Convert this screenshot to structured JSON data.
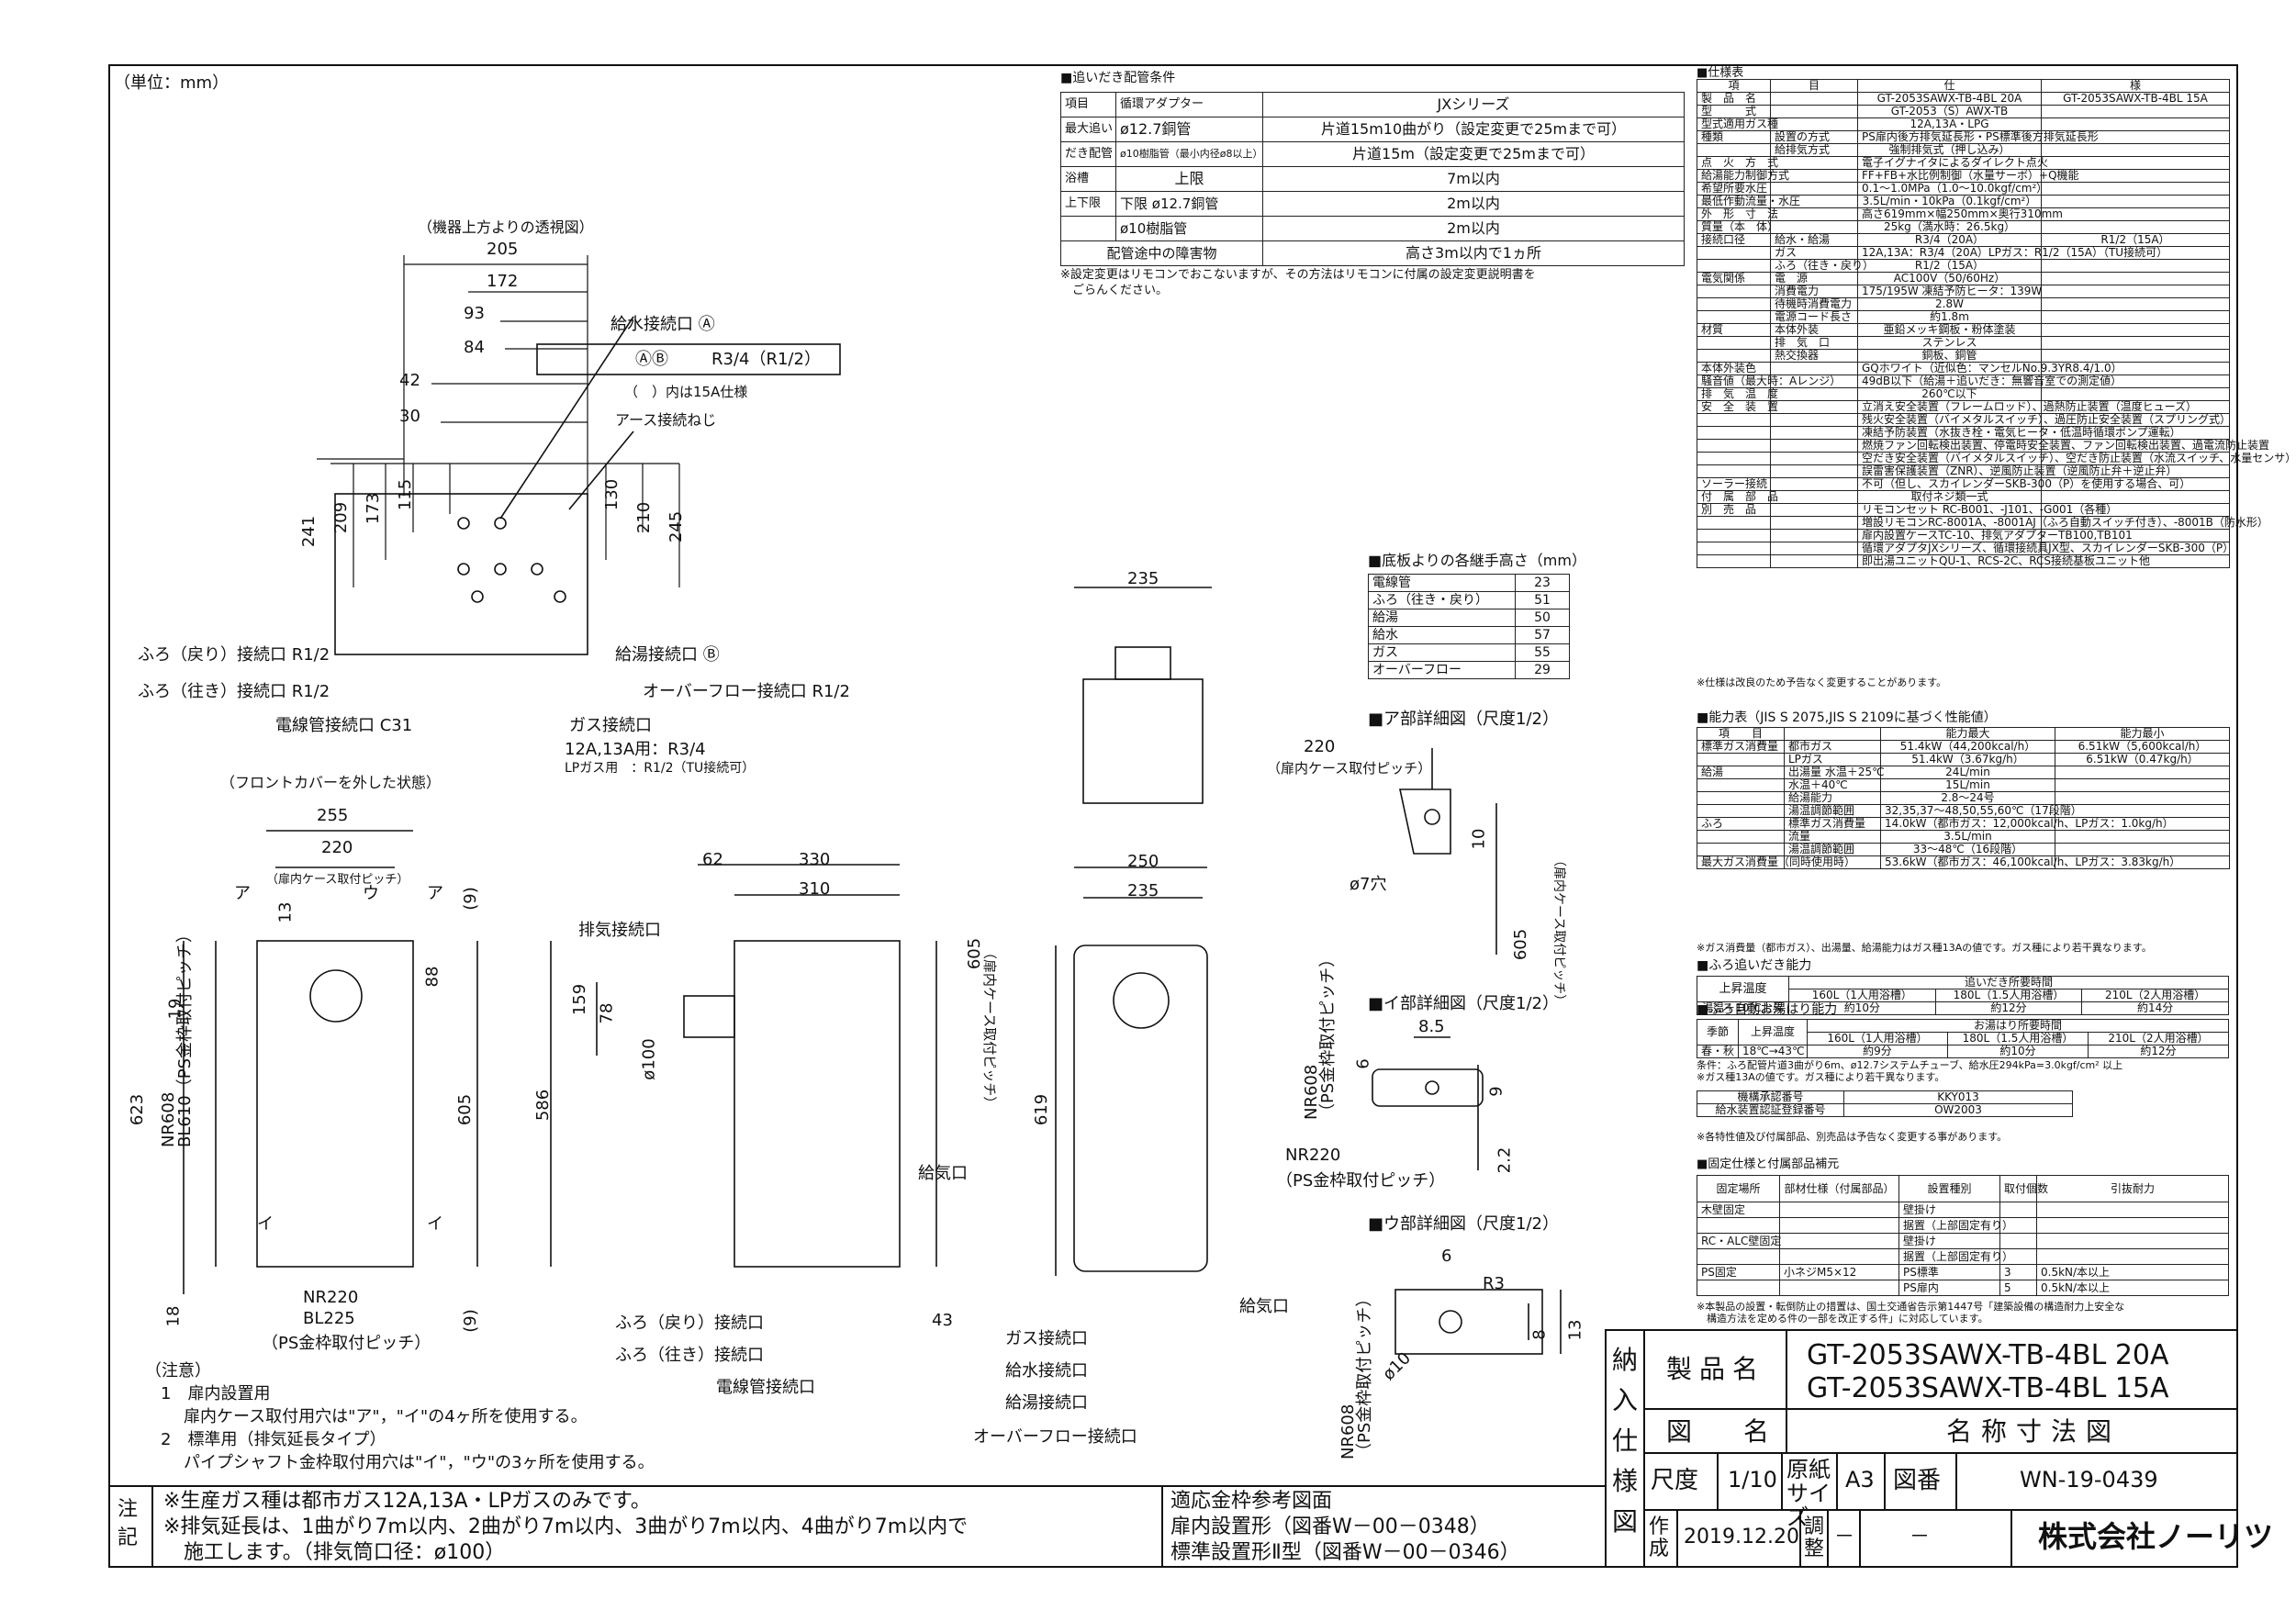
{
  "unit_label": "（単位：mm）",
  "top_view": {
    "caption": "（機器上方よりの透視図）",
    "dims": [
      "205",
      "172",
      "93",
      "84",
      "42",
      "30",
      "241",
      "209",
      "173",
      "115",
      "130",
      "210",
      "245"
    ],
    "labels": {
      "water_supply": "給水接続口 Ⓐ",
      "ab_box_key": "ⒶⒷ",
      "ab_box_val": "R3/4（R1/2）",
      "paren_note": "（　）内は15A仕様",
      "earth": "アース接続ねじ",
      "bath_return": "ふろ（戻り）接続口 R1/2",
      "bath_go": "ふろ（往き）接続口 R1/2",
      "hot_water": "給湯接続口 Ⓑ",
      "overflow": "オーバーフロー接続口 R1/2",
      "cable": "電線管接続口 C31",
      "gas": "ガス接続口",
      "gas_spec1": "12A,13A用：R3/4",
      "gas_spec2": "LPガス用　：R1/2（TU接続可）"
    }
  },
  "front_view": {
    "caption": "（フロントカバーを外した状態）",
    "dims": [
      "255",
      "220",
      "13",
      "19",
      "88",
      "623",
      "605",
      "18",
      "(9)",
      "(9)"
    ],
    "pitch_label": "（扉内ケース取付ピッチ）",
    "side_pitch": "NR608\nBL610（PS金枠取付ピッチ）",
    "nr220": "NR220",
    "bl225": "BL225",
    "ps_pitch": "（PS金枠取付ピッチ）",
    "a_marks": [
      "ア",
      "ア",
      "イ",
      "イ",
      "ウ"
    ]
  },
  "side_view": {
    "dims": [
      "62",
      "330",
      "310",
      "159",
      "78",
      "586",
      "43",
      "605"
    ],
    "exhaust": "排気接続口",
    "d100": "ø100",
    "intake": "給気口",
    "bath_return": "ふろ（戻り）接続口",
    "bath_go": "ふろ（往き）接続口",
    "cable": "電線管接続口",
    "case_pitch": "（扉内ケース取付ピッチ）"
  },
  "back_view": {
    "dims": [
      "250",
      "235",
      "619"
    ],
    "intake": "給気口",
    "gas": "ガス接続口",
    "water": "給水接続口",
    "hot": "給湯接続口",
    "overflow": "オーバーフロー接続口"
  },
  "top_small": {
    "dim": "235"
  },
  "notes": {
    "title": "（注意）",
    "lines": [
      "1　扉内設置用",
      "扉内ケース取付用穴は\"ア\"，\"イ\"の4ヶ所を使用する。",
      "2　標準用（排気延長タイプ）",
      "パイプシャフト金枠取付用穴は\"イ\"，\"ウ\"の3ヶ所を使用する。"
    ]
  },
  "bottom_notes": {
    "label": "注記",
    "lines": [
      "※生産ガス種は都市ガス12A,13A・LPガスのみです。",
      "※排気延長は、1曲がり7m以内、2曲がり7m以内、3曲がり7m以内、4曲がり7m以内で",
      "施工します。（排気筒口径：ø100）"
    ],
    "ref_title": "適応金枠参考図面",
    "ref1": "扉内設置形（図番W－00－0348）",
    "ref2": "標準設置形Ⅱ型（図番W－00－0346）"
  },
  "pipe_conditions": {
    "title": "■追いだき配管条件",
    "rows": [
      [
        "項目",
        "循環アダプター",
        "JXシリーズ"
      ],
      [
        "最大追い",
        "ø12.7銅管",
        "片道15m10曲がり（設定変更で25mまで可）"
      ],
      [
        "だき配管",
        "ø10樹脂管（最小内径ø8以上）",
        "片道15m（設定変更で25mまで可）"
      ],
      [
        "浴槽",
        "上限",
        "7m以内"
      ],
      [
        "上下限",
        "下限 ø12.7銅管",
        "2m以内"
      ],
      [
        "",
        "ø10樹脂管",
        "2m以内"
      ],
      [
        "配管途中の障害物",
        "",
        "高さ3m以内で1ヵ所"
      ]
    ],
    "note": "※設定変更はリモコンでおこないますが、その方法はリモコンに付属の設定変更説明書を\n　ごらんください。"
  },
  "heights": {
    "title": "■底板よりの各継手高さ（mm）",
    "rows": [
      [
        "電線管",
        "23"
      ],
      [
        "ふろ（往き・戻り）",
        "51"
      ],
      [
        "給湯",
        "50"
      ],
      [
        "給水",
        "57"
      ],
      [
        "ガス",
        "55"
      ],
      [
        "オーバーフロー",
        "29"
      ]
    ]
  },
  "detail_a": {
    "title": "■ア部詳細図（尺度1/2）",
    "dims": [
      "220",
      "10",
      "605",
      "ø7穴"
    ],
    "pitch": "（扉内ケース取付ピッチ）",
    "pitch2": "（扉内ケース取付ピッチ）"
  },
  "detail_i": {
    "title": "■イ部詳細図（尺度1/2）",
    "dims": [
      "8.5",
      "6",
      "9",
      "2.2",
      "NR220"
    ],
    "nr608": "NR608\n（PS金枠取付ピッチ）",
    "ps": "（PS金枠取付ピッチ）"
  },
  "detail_u": {
    "title": "■ウ部詳細図（尺度1/2）",
    "dims": [
      "6",
      "R3",
      "8",
      "13",
      "ø10"
    ],
    "nr608": "NR608\n（PS金枠取付ピッチ）"
  },
  "spec": {
    "title": "■仕様表",
    "rows": [
      [
        "項",
        "目",
        "仕",
        "様"
      ],
      [
        "製　品　名",
        "",
        "GT-2053SAWX-TB-4BL 20A",
        "GT-2053SAWX-TB-4BL 15A"
      ],
      [
        "型　　　式",
        "",
        "GT-2053（S）AWX-TB",
        ""
      ],
      [
        "型式適用ガス種",
        "",
        "12A,13A・LPG",
        ""
      ],
      [
        "種類",
        "設置の方式",
        "PS扉内後方排気延長形・PS標準後方排気延長形",
        ""
      ],
      [
        "",
        "給排気方式",
        "強制排気式（押し込み）",
        ""
      ],
      [
        "点　火　方　式",
        "",
        "電子イグナイタによるダイレクト点火",
        ""
      ],
      [
        "給湯能力制御方式",
        "",
        "FF+FB+水比例制御（水量サーボ）+Q機能",
        ""
      ],
      [
        "希望所要水圧",
        "",
        "0.1～1.0MPa（1.0～10.0kgf/cm²）",
        ""
      ],
      [
        "最低作動流量・水圧",
        "",
        "3.5L/min・10kPa（0.1kgf/cm²）",
        ""
      ],
      [
        "外　形　寸　法",
        "",
        "高さ619mm×幅250mm×奥行310mm",
        ""
      ],
      [
        "質量（本　体）",
        "",
        "25kg（満水時：26.5kg）",
        ""
      ],
      [
        "接続口径",
        "給水・給湯",
        "R3/4（20A）",
        "R1/2（15A）"
      ],
      [
        "",
        "ガス",
        "12A,13A：R3/4（20A）LPガス：R1/2（15A）（TU接続可）",
        ""
      ],
      [
        "",
        "ふろ（往き・戻り）",
        "R1/2（15A）",
        ""
      ],
      [
        "電気関係",
        "電　源",
        "AC100V（50/60Hz）",
        ""
      ],
      [
        "",
        "消費電力",
        "175/195W 凍結予防ヒータ：139W",
        ""
      ],
      [
        "",
        "待機時消費電力",
        "2.8W",
        ""
      ],
      [
        "",
        "電源コード長さ",
        "約1.8m",
        ""
      ],
      [
        "材質",
        "本体外装",
        "亜鉛メッキ鋼板・粉体塗装",
        ""
      ],
      [
        "",
        "排　気　口",
        "ステンレス",
        ""
      ],
      [
        "",
        "熱交換器",
        "銅板、銅管",
        ""
      ],
      [
        "本体外装色",
        "",
        "GQホワイト（近似色：マンセルNo.9.3YR8.4/1.0）",
        ""
      ],
      [
        "騒音値（最大時：Aレンジ）",
        "",
        "49dB以下（給湯＋追いだき：無響音室での測定値）",
        ""
      ],
      [
        "排　気　温　度",
        "",
        "260℃以下",
        ""
      ],
      [
        "安　全　装　置",
        "",
        "立消え安全装置（フレームロッド）、過熱防止装置（温度ヒューズ）",
        ""
      ],
      [
        "",
        "",
        "残火安全装置（バイメタルスイッチ）、過圧防止安全装置（スプリング式）",
        ""
      ],
      [
        "",
        "",
        "凍結予防装置（水抜き栓・電気ヒータ・低温時循環ポンプ運転）",
        ""
      ],
      [
        "",
        "",
        "燃焼ファン回転検出装置、停電時安全装置、ファン回転検出装置、過電流防止装置",
        ""
      ],
      [
        "",
        "",
        "空だき安全装置（バイメタルスイッチ）、空だき防止装置（水流スイッチ、水量センサ）",
        ""
      ],
      [
        "",
        "",
        "誤雷害保護装置（ZNR）、逆風防止装置（逆風防止弁＋逆止弁）",
        ""
      ],
      [
        "ソーラー接続",
        "",
        "不可（但し、スカイレンダーSKB-300（P）を使用する場合、可）",
        ""
      ],
      [
        "付　属　部　品",
        "",
        "取付ネジ類一式",
        ""
      ],
      [
        "別　売　品",
        "",
        "リモコンセット RC-B001、-J101、-G001（各種）",
        ""
      ],
      [
        "",
        "",
        "増設リモコンRC-8001A、-8001AJ（ふろ自動スイッチ付き）、-8001B（防水形）",
        ""
      ],
      [
        "",
        "",
        "扉内設置ケースTC-10、排気アダプターTB100,TB101",
        ""
      ],
      [
        "",
        "",
        "循環アダプタJXシリーズ、循環接続具JX型、スカイレンダーSKB-300（P）",
        ""
      ],
      [
        "",
        "",
        "即出湯ユニットQU-1、RCS-2C、RCS接続基板ユニット他",
        ""
      ]
    ],
    "note": "※仕様は改良のため予告なく変更することがあります。"
  },
  "capability": {
    "title": "■能力表（JIS S 2075,JIS S 2109に基づく性能値）",
    "rows": [
      [
        "項　　目",
        "",
        "能力最大",
        "能力最小"
      ],
      [
        "標準ガス消費量",
        "都市ガス",
        "51.4kW（44,200kcal/h）",
        "6.51kW（5,600kcal/h）"
      ],
      [
        "",
        "LPガス",
        "51.4kW（3.67kg/h）",
        "6.51kW（0.47kg/h）"
      ],
      [
        "給湯",
        "出湯量 水温＋25℃",
        "24L/min",
        ""
      ],
      [
        "",
        "水温＋40℃",
        "15L/min",
        ""
      ],
      [
        "",
        "給湯能力",
        "2.8～24号",
        ""
      ],
      [
        "",
        "湯温調節範囲",
        "32,35,37～48,50,55,60℃（17段階）",
        ""
      ],
      [
        "ふろ",
        "標準ガス消費量",
        "14.0kW（都市ガス：12,000kcal/h、LPガス：1.0kg/h）",
        ""
      ],
      [
        "",
        "流量",
        "3.5L/min",
        ""
      ],
      [
        "",
        "湯温調節範囲",
        "33～48℃（16段階）",
        ""
      ],
      [
        "最大ガス消費量（同時使用時）",
        "",
        "53.6kW（都市ガス：46,100kcal/h、LPガス：3.83kg/h）",
        ""
      ]
    ],
    "note": "※ガス消費量（都市ガス）、出湯量、給湯能力はガス種13Aの値です。ガス種により若干異なります。"
  },
  "reheat": {
    "title": "■ふろ追いだき能力",
    "head": [
      "上昇温度",
      "追いだき所要時間"
    ],
    "cols": [
      "160L（1人用浴槽）",
      "180L（1.5人用浴槽）",
      "210L（2人用浴槽）"
    ],
    "row": [
      "湯温＋10℃上昇",
      "約10分",
      "約12分",
      "約14分"
    ]
  },
  "autofill": {
    "title": "■ふろ自動お湯はり能力",
    "head": [
      "季節",
      "上昇温度",
      "お湯はり所要時間"
    ],
    "cols": [
      "160L（1人用浴槽）",
      "180L（1.5人用浴槽）",
      "210L（2人用浴槽）"
    ],
    "row": [
      "春・秋",
      "18℃→43℃",
      "約9分",
      "約10分",
      "約12分"
    ],
    "note1": "条件：ふろ配管片道3曲がり6m、ø12.7システムチューブ、給水圧294kPa=3.0kgf/cm² 以上",
    "note2": "※ガス種13Aの値です。ガス種により若干異なります。"
  },
  "approval": {
    "rows": [
      [
        "機構承認番号",
        "KKY013"
      ],
      [
        "給水装置認証登録番号",
        "OW2003"
      ]
    ],
    "note": "※各特性値及び付属部品、別売品は予告なく変更する事があります。"
  },
  "fixing": {
    "title": "■固定仕様と付属部品補元",
    "head": [
      "固定場所",
      "部材仕様（付属部品）",
      "設置種別",
      "取付個数",
      "引抜耐力"
    ],
    "rows": [
      [
        "木壁固定",
        "",
        "壁掛け",
        "",
        " "
      ],
      [
        "",
        "",
        "据置（上部固定有り）",
        "",
        ""
      ],
      [
        "RC・ALC壁固定",
        "",
        "壁掛け",
        "",
        ""
      ],
      [
        "",
        "",
        "据置（上部固定有り）",
        "",
        ""
      ],
      [
        "PS固定",
        "小ネジM5×12",
        "PS標準",
        "3",
        "0.5kN/本以上"
      ],
      [
        "",
        "",
        "PS扉内",
        "5",
        "0.5kN/本以上"
      ]
    ],
    "note": "※本製品の設置・転倒防止の措置は、国土交通省告示第1447号「建築設備の構造耐力上安全な\n　構造方法を定める件の一部を改正する件」に対応しています。"
  },
  "title_block": {
    "side": "納入仕様図",
    "product_label": "製品名",
    "product1": "GT-2053SAWX-TB-4BL 20A",
    "product2": "GT-2053SAWX-TB-4BL 15A",
    "drawing_label": "図　　名",
    "drawing_name": "名称寸法図",
    "scale_label": "尺度",
    "scale": "1/10",
    "paper_label": "原紙サイズ",
    "paper": "A3",
    "num_label": "図番",
    "num": "WN-19-0439",
    "made_label": "作成",
    "date": "2019.12.20",
    "adjust_label": "調整",
    "adjust1": "－",
    "adjust2": "－",
    "company": "株式会社ノーリツ"
  }
}
